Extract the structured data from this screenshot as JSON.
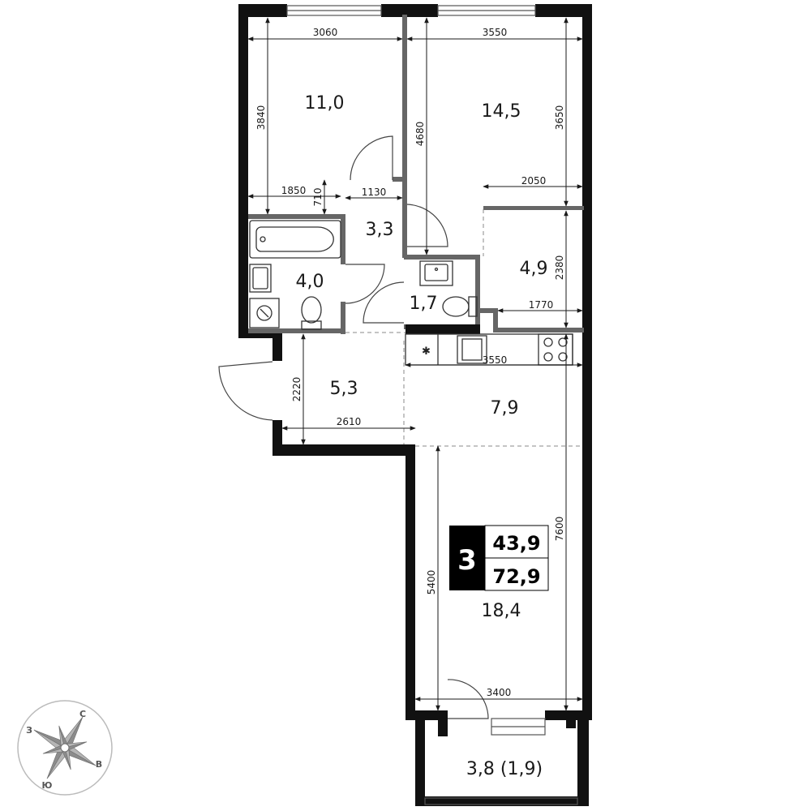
{
  "apartment": {
    "rooms_count": "3",
    "living_area": "43,9",
    "total_area": "72,9"
  },
  "rooms": [
    {
      "id": "bedroom-1",
      "area": "11,0"
    },
    {
      "id": "bedroom-2",
      "area": "14,5"
    },
    {
      "id": "corridor",
      "area": "3,3"
    },
    {
      "id": "bathroom",
      "area": "4,0"
    },
    {
      "id": "wc",
      "area": "1,7"
    },
    {
      "id": "storage",
      "area": "4,9"
    },
    {
      "id": "hall",
      "area": "5,3"
    },
    {
      "id": "kitchen",
      "area": "7,9"
    },
    {
      "id": "living-room",
      "area": "18,4"
    },
    {
      "id": "balcony",
      "area": "3,8 (1,9)"
    }
  ],
  "dimensions": {
    "d3060": "3060",
    "d3550_top": "3550",
    "d3840": "3840",
    "d4680": "4680",
    "d3650": "3650",
    "d1850": "1850",
    "d710": "710",
    "d1130": "1130",
    "d2050": "2050",
    "d2380": "2380",
    "d1770": "1770",
    "d3550_kitchen": "3550",
    "d2220": "2220",
    "d2610": "2610",
    "d7600": "7600",
    "d5400": "5400",
    "d3400": "3400"
  },
  "compass": {
    "north": "С",
    "south": "Ю",
    "west": "З",
    "east": "В"
  }
}
